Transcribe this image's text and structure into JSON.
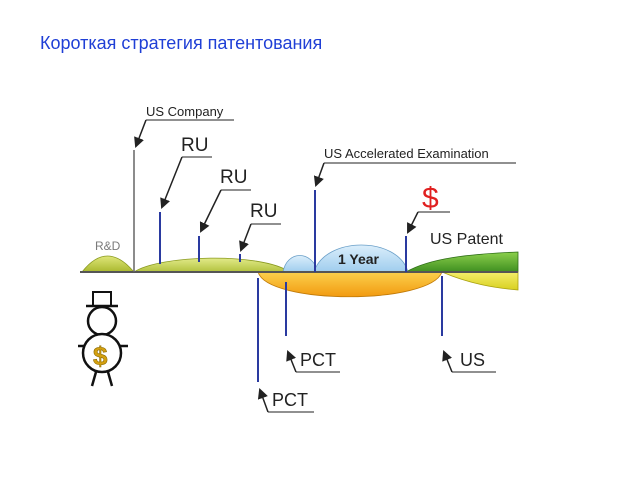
{
  "slide": {
    "title": "Короткая стратегия патентования"
  },
  "labels": {
    "us_company": "US Company",
    "ru_1": "RU",
    "ru_2": "RU",
    "ru_3": "RU",
    "rnd": "R&D",
    "us_accelerated": "US Accelerated Examination",
    "dollar": "$",
    "us_patent": "US Patent",
    "one_year": "1 Year",
    "pct_1": "PCT",
    "pct_2": "PCT",
    "us": "US",
    "figure_dollar": "$"
  },
  "colors": {
    "title": "#1f3fd6",
    "rnd_hump": "#c5d24a",
    "ru_hump": "#c8d85a",
    "small_blue_hump": "#a8d4f0",
    "one_year_hump": "#b9dcf2",
    "orange_phase": "#f7b21a",
    "us_patent_green": "#5aa830",
    "us_patent_yellow": "#e8e040",
    "dollar_red": "#e02020",
    "marker_blue": "#2a3aa0",
    "figure_dollar": "#d4a010"
  }
}
